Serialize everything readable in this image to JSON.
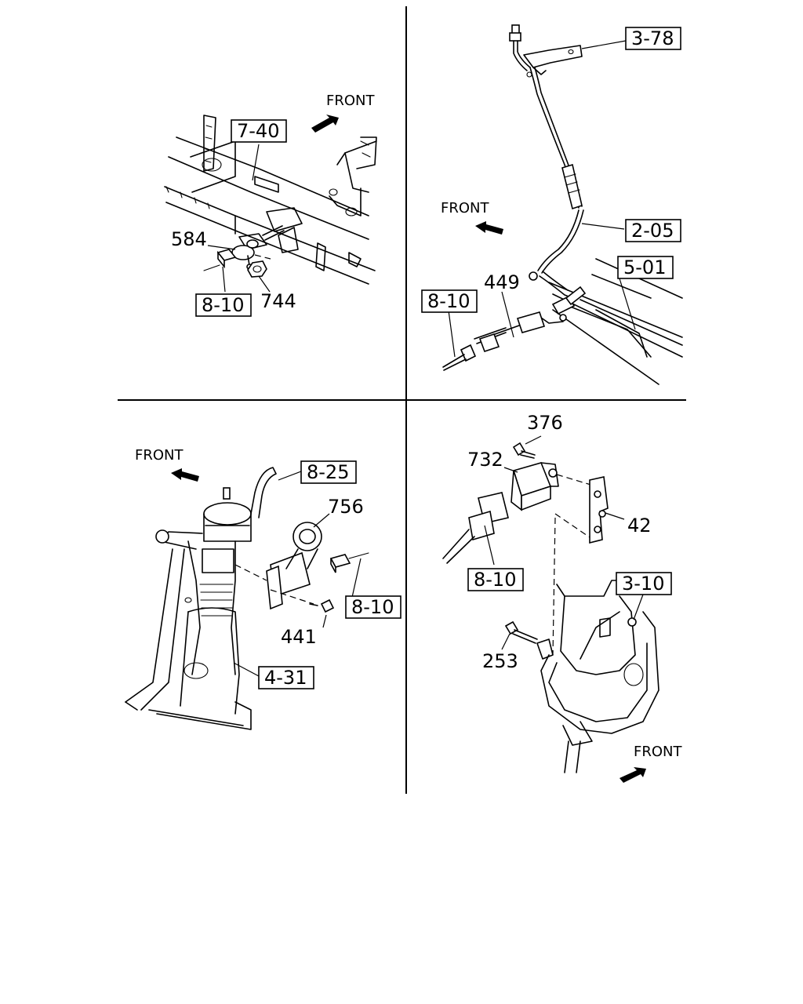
{
  "front_labels": {
    "q1": "FRONT",
    "q2": "FRONT",
    "q3": "FRONT",
    "q4": "FRONT"
  },
  "refs": {
    "q1_top": "7-40",
    "q1_bottom": "8-10",
    "q2_top": "3-78",
    "q2_mid": "2-05",
    "q2_right": "5-01",
    "q2_left": "8-10",
    "q3_top": "8-25",
    "q3_right": "8-10",
    "q3_bottom": "4-31",
    "q4_left": "8-10",
    "q4_right": "3-10"
  },
  "parts": {
    "q1_a": "584",
    "q1_b": "744",
    "q2_a": "449",
    "q3_a": "756",
    "q3_b": "441",
    "q4_a": "376",
    "q4_b": "732",
    "q4_c": "42",
    "q4_d": "253"
  }
}
